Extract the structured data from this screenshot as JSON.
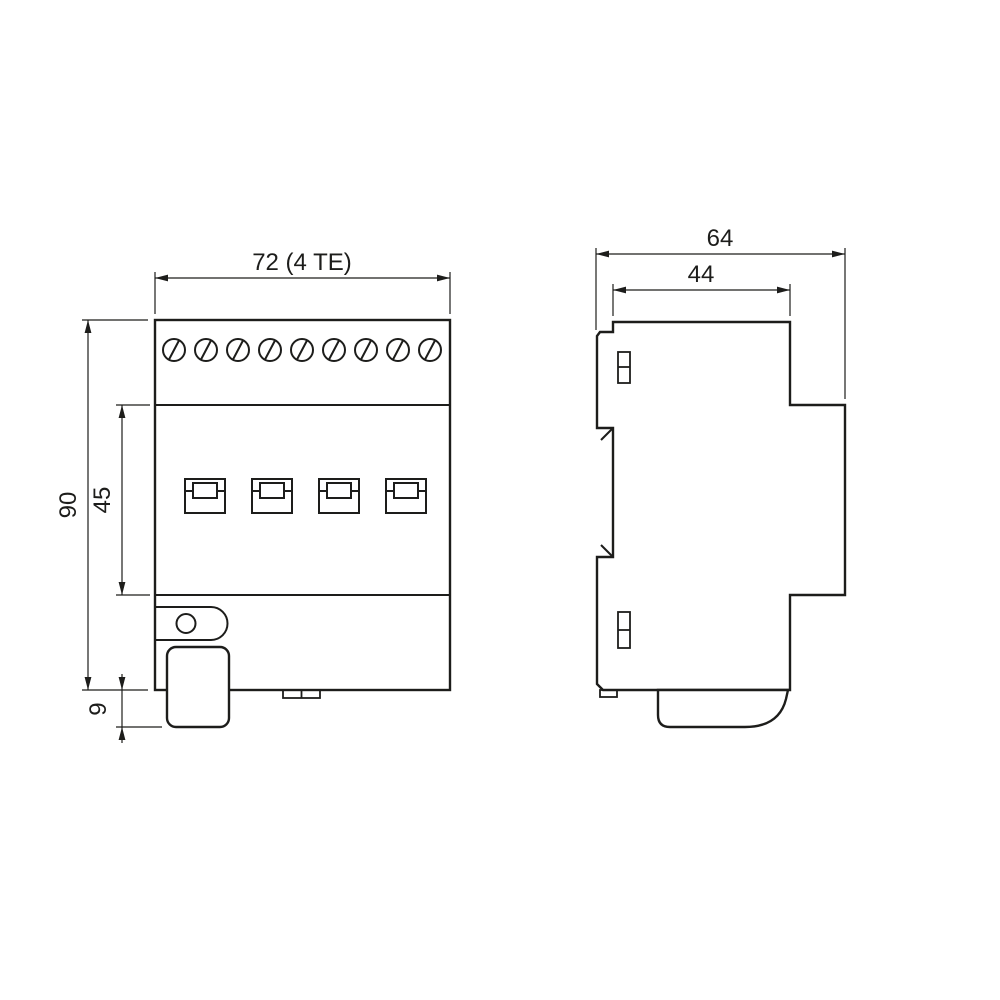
{
  "drawing": {
    "front_view": {
      "dimensions": {
        "width": "72 (4 TE)",
        "height_total": "90",
        "height_center_section": "45",
        "height_bottom_protrusion": "9"
      },
      "features": {
        "terminal_count": 9,
        "switch_count": 4
      }
    },
    "side_view": {
      "dimensions": {
        "depth_total": "64",
        "depth_housing": "44"
      }
    },
    "colors": {
      "line": "#1d1d1b",
      "background": "#ffffff"
    }
  }
}
